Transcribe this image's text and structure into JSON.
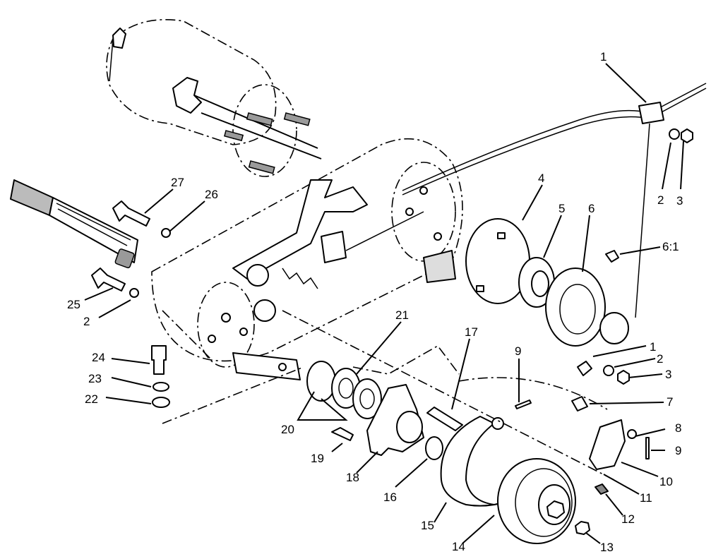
{
  "callouts": [
    {
      "id": "c1_top",
      "text": "1"
    },
    {
      "id": "c2_top",
      "text": "2"
    },
    {
      "id": "c3_top",
      "text": "3"
    },
    {
      "id": "c4",
      "text": "4"
    },
    {
      "id": "c5",
      "text": "5"
    },
    {
      "id": "c6",
      "text": "6"
    },
    {
      "id": "c6_1",
      "text": "6:1"
    },
    {
      "id": "c27",
      "text": "27"
    },
    {
      "id": "c26",
      "text": "26"
    },
    {
      "id": "c25",
      "text": "25"
    },
    {
      "id": "c2_left",
      "text": "2"
    },
    {
      "id": "c21",
      "text": "21"
    },
    {
      "id": "c17",
      "text": "17"
    },
    {
      "id": "c9_mid",
      "text": "9"
    },
    {
      "id": "c1_right",
      "text": "1"
    },
    {
      "id": "c2_right",
      "text": "2"
    },
    {
      "id": "c3_right",
      "text": "3"
    },
    {
      "id": "c24",
      "text": "24"
    },
    {
      "id": "c23",
      "text": "23"
    },
    {
      "id": "c22",
      "text": "22"
    },
    {
      "id": "c20",
      "text": "20"
    },
    {
      "id": "c7",
      "text": "7"
    },
    {
      "id": "c8",
      "text": "8"
    },
    {
      "id": "c9_right",
      "text": "9"
    },
    {
      "id": "c19",
      "text": "19"
    },
    {
      "id": "c18",
      "text": "18"
    },
    {
      "id": "c16",
      "text": "16"
    },
    {
      "id": "c10",
      "text": "10"
    },
    {
      "id": "c11",
      "text": "11"
    },
    {
      "id": "c12",
      "text": "12"
    },
    {
      "id": "c15",
      "text": "15"
    },
    {
      "id": "c14",
      "text": "14"
    },
    {
      "id": "c13",
      "text": "13"
    }
  ]
}
